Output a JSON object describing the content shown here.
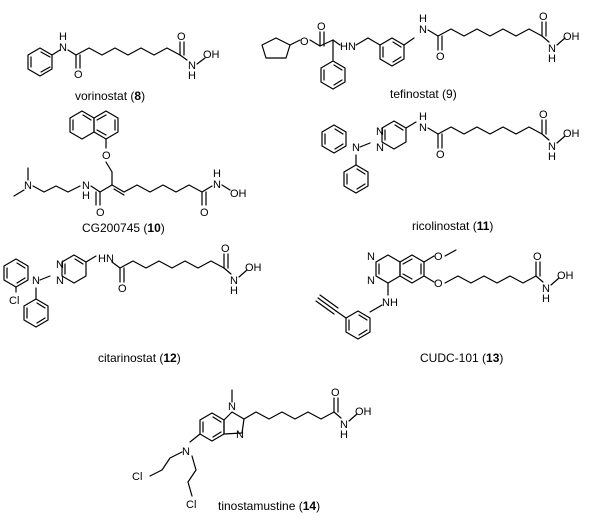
{
  "compounds": [
    {
      "name": "vorinostat",
      "number": "8",
      "bold": true
    },
    {
      "name": "tefinostat",
      "number": "9",
      "bold": false
    },
    {
      "name": "CG200745",
      "number": "10",
      "bold": true
    },
    {
      "name": "ricolinostat",
      "number": "11",
      "bold": true
    },
    {
      "name": "citarinostat",
      "number": "12",
      "bold": true
    },
    {
      "name": "CUDC-101",
      "number": "13",
      "bold": true
    },
    {
      "name": "tinostamustine",
      "number": "14",
      "bold": true
    }
  ],
  "atoms": {
    "H": "H",
    "N": "N",
    "O": "O",
    "OH": "OH",
    "HN": "HN",
    "Cl": "Cl",
    "NH": "NH"
  }
}
